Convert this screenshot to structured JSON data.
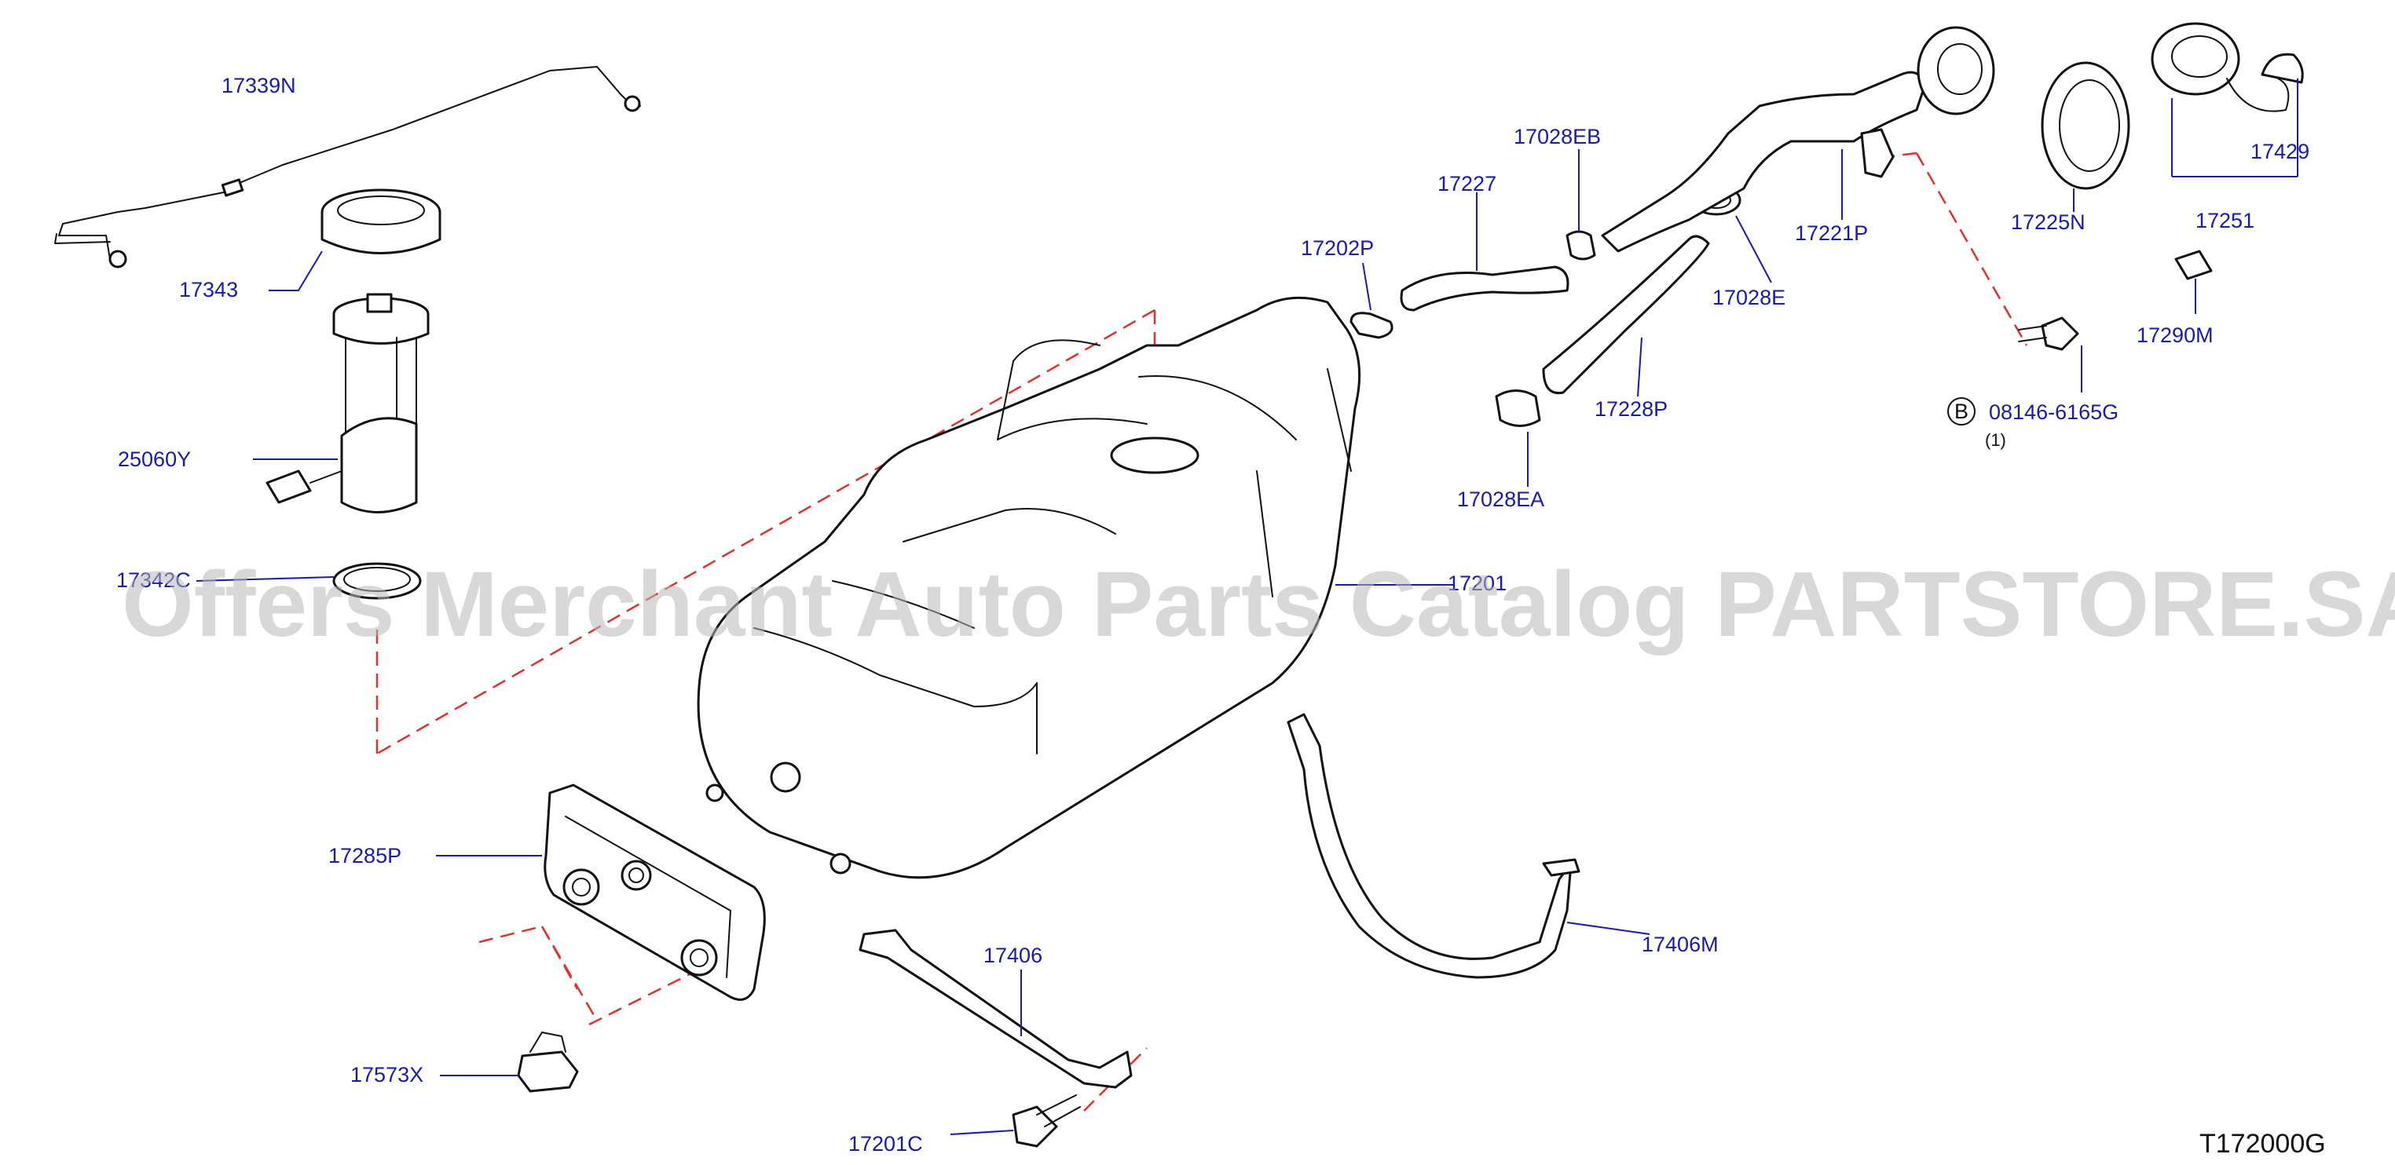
{
  "watermark": "Offers Merchant Auto Parts Catalog PARTSTORE.SA",
  "diagram_code": "T172000G",
  "callouts": {
    "p17339N": "17339N",
    "p17343": "17343",
    "p25060Y": "25060Y",
    "p17342C": "17342C",
    "p17285P": "17285P",
    "p17573X": "17573X",
    "p17201C": "17201C",
    "p17406": "17406",
    "p17406M": "17406M",
    "p17201": "17201",
    "p17202P": "17202P",
    "p17227": "17227",
    "p17028EB": "17028EB",
    "p17028E": "17028E",
    "p17028EA": "17028EA",
    "p17228P": "17228P",
    "p17221P": "17221P",
    "p17225N": "17225N",
    "p17251": "17251",
    "p17429": "17429",
    "p17290M": "17290M",
    "p08146": "08146-6165G",
    "p08146_qty": "(1)",
    "bolt_marker": "B"
  },
  "colors": {
    "callout_text": "#1a1aaa",
    "dashed_guides": "#e03030",
    "watermark": "#b8b8b8"
  }
}
